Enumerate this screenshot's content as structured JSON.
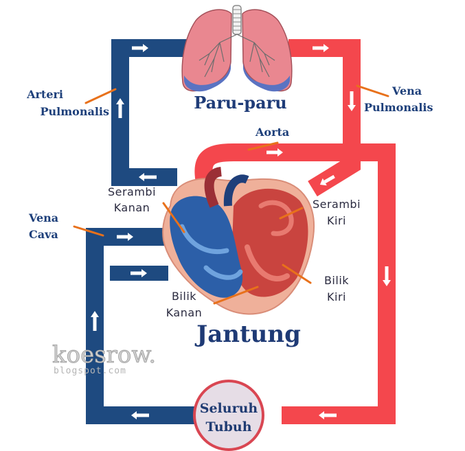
{
  "diagram": {
    "labels": {
      "lungs": "Paru-paru",
      "heart": "Jantung",
      "body_line1": "Seluruh",
      "body_line2": "Tubuh",
      "arteri_line1": "Arteri",
      "arteri_line2": "Pulmonalis",
      "vena_pul_line1": "Vena",
      "vena_pul_line2": "Pulmonalis",
      "aorta": "Aorta",
      "vena_cava_line1": "Vena",
      "vena_cava_line2": "Cava",
      "serambi_kanan_line1": "Serambi",
      "serambi_kanan_line2": "Kanan",
      "serambi_kiri_line1": "Serambi",
      "serambi_kiri_line2": "Kiri",
      "bilik_kanan_line1": "Bilik",
      "bilik_kanan_line2": "Kanan",
      "bilik_kiri_line1": "Bilik",
      "bilik_kiri_line2": "Kiri"
    },
    "watermark": {
      "main": "koesrow.",
      "sub": "blogspot.com"
    },
    "colors": {
      "deoxygenated": "#1e4a80",
      "oxygenated": "#f4474d",
      "leader_line": "#e8711b",
      "body_circle_fill": "#e6dde6",
      "body_circle_stroke": "#d94652"
    }
  }
}
